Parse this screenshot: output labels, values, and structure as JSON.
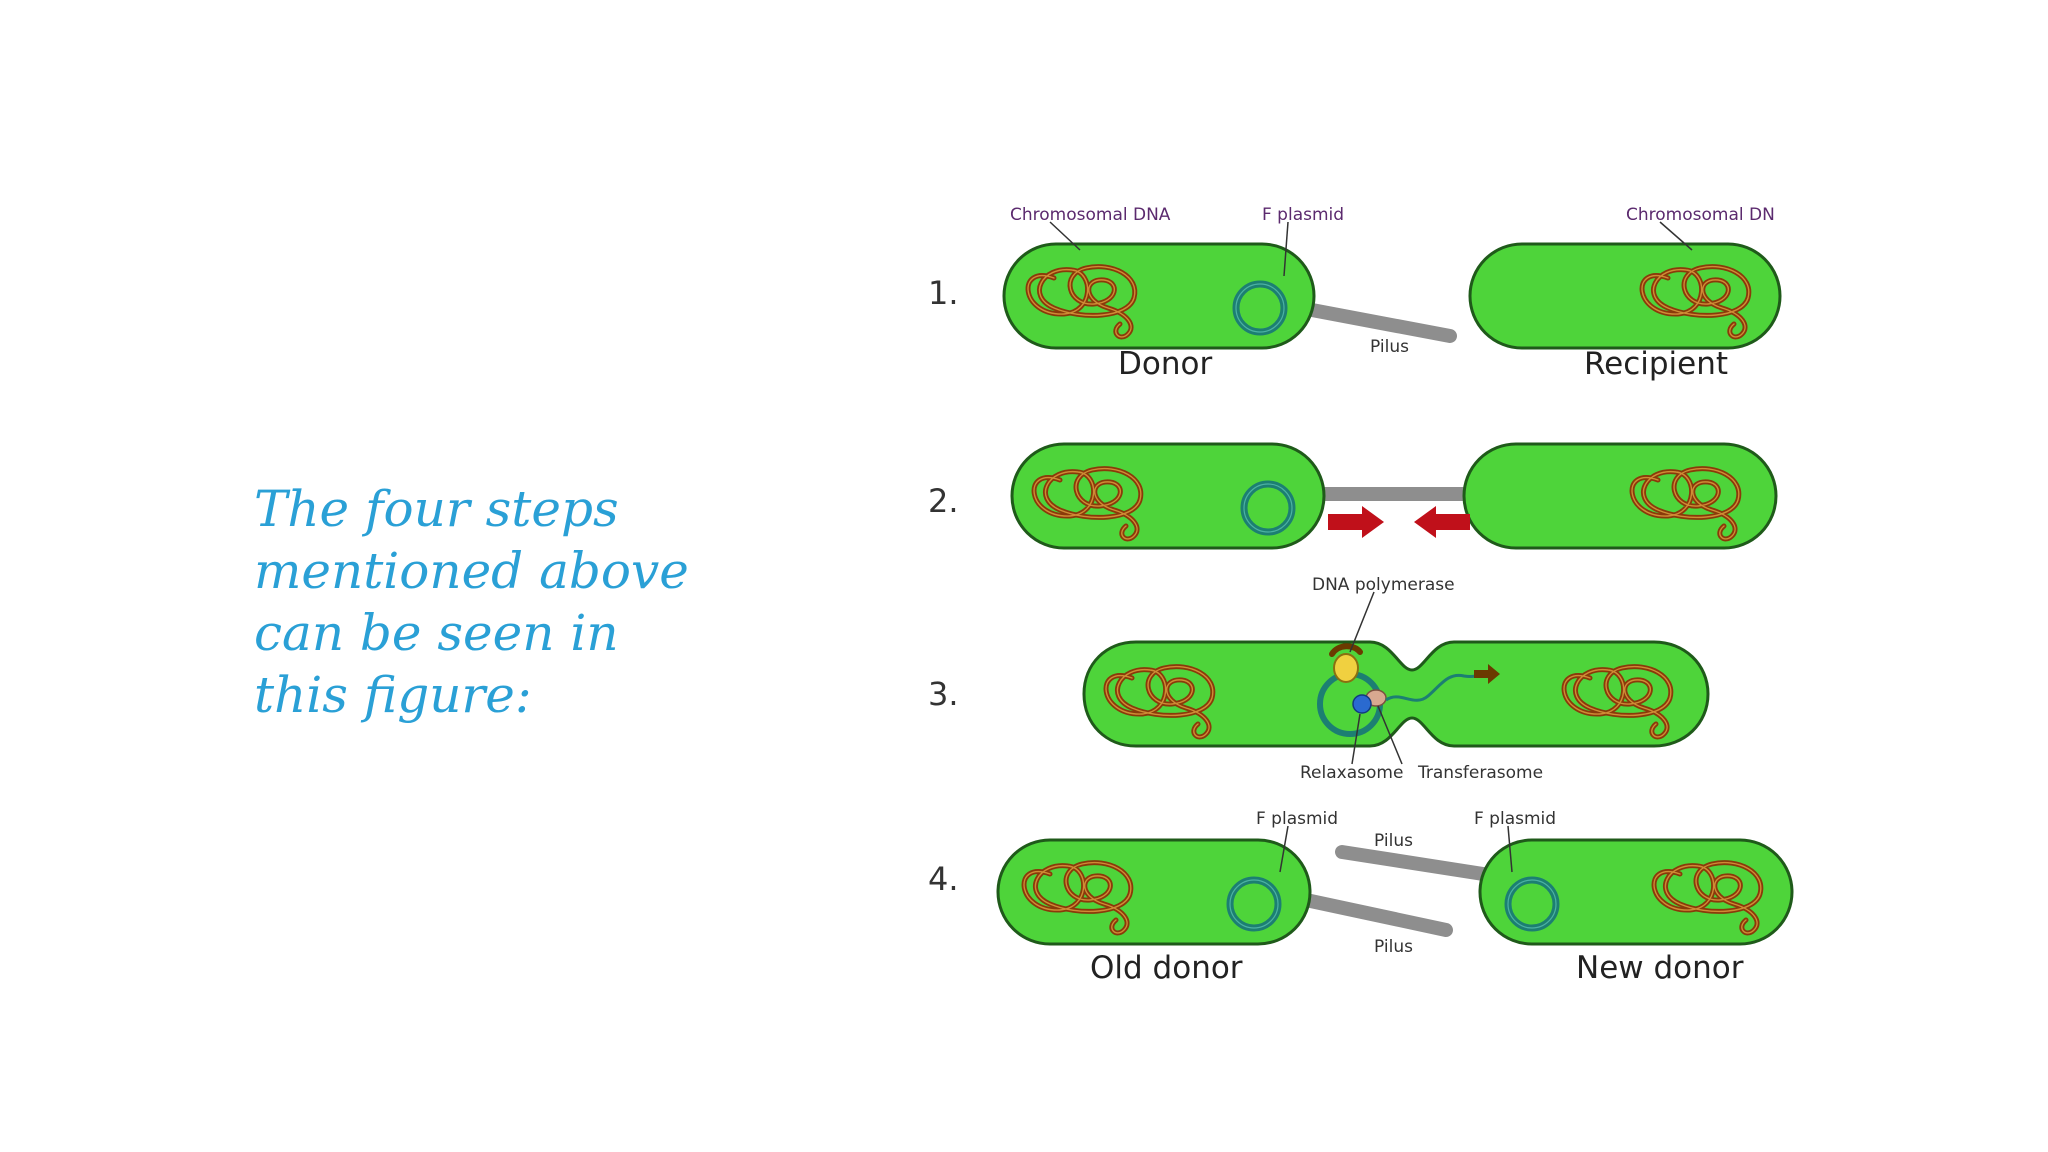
{
  "caption": {
    "lines": [
      "The four steps",
      "mentioned above",
      "can be seen in",
      "this figure:"
    ]
  },
  "colors": {
    "caption_text": "#2aa0d6",
    "cell_fill": "#4ed43a",
    "cell_stroke": "#1f5a1a",
    "dna": "#8a3a0a",
    "plasmid": "#1c7f72",
    "pilus": "#8e8e8e",
    "arrow": "#c0101a"
  },
  "diagram": {
    "steps": [
      "1.",
      "2.",
      "3.",
      "4."
    ],
    "step1": {
      "chromosomal_dna_label": "Chromosomal DNA",
      "f_plasmid_label": "F plasmid",
      "chromosomal_dna_label_right": "Chromosomal DN",
      "donor_label": "Donor",
      "recipient_label": "Recipient",
      "pilus_label": "Pilus"
    },
    "step3": {
      "dna_polymerase_label": "DNA polymerase",
      "relaxasome_label": "Relaxasome",
      "transferasome_label": "Transferasome"
    },
    "step4": {
      "f_plasmid_left_label": "F plasmid",
      "f_plasmid_right_label": "F plasmid",
      "pilus_top_label": "Pilus",
      "pilus_bottom_label": "Pilus",
      "old_donor_label": "Old donor",
      "new_donor_label": "New donor"
    }
  }
}
